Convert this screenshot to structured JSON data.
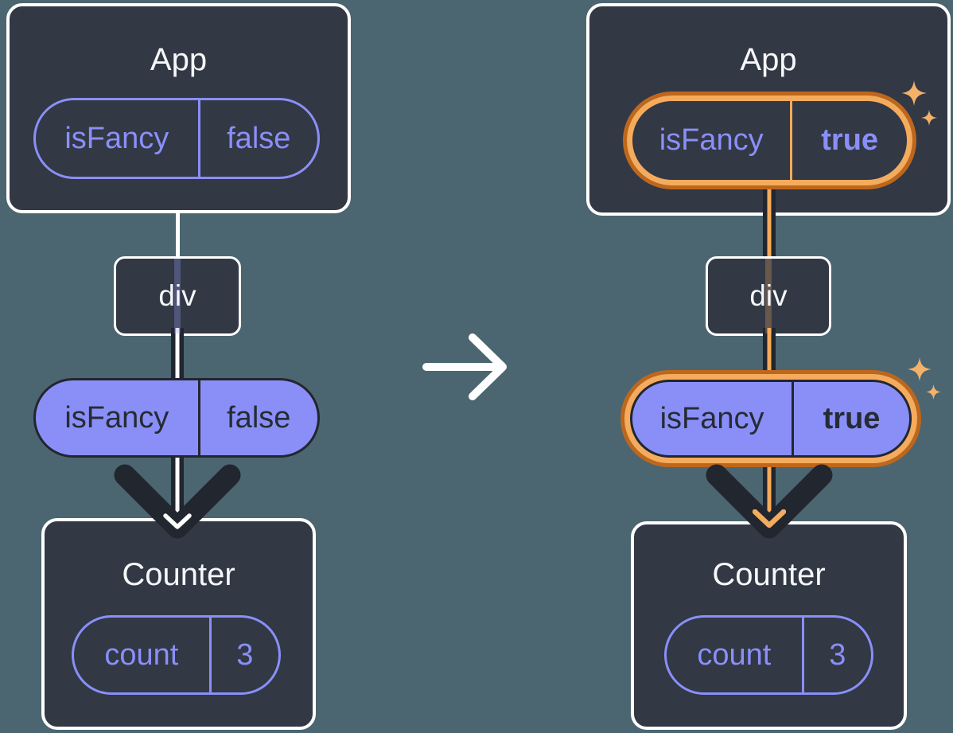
{
  "diagram": {
    "description": "Two React component trees showing the isFancy state flipping from false to true and being passed down as a prop",
    "background_color": "#4B6670",
    "card_background": "#323844",
    "accent_purple": "#8A8FF8",
    "accent_dark": "#22262E",
    "highlight_orange": "#BE671C",
    "highlight_orange_light": "#F5AB5C",
    "sparkle_color": "#F4B169"
  },
  "before": {
    "app": {
      "title": "App",
      "state_key": "isFancy",
      "state_value": "false"
    },
    "div_node": {
      "label": "div"
    },
    "prop": {
      "key": "isFancy",
      "value": "false"
    },
    "counter": {
      "title": "Counter",
      "state_key": "count",
      "state_value": "3"
    }
  },
  "after": {
    "app": {
      "title": "App",
      "state_key": "isFancy",
      "state_value": "true"
    },
    "div_node": {
      "label": "div"
    },
    "prop": {
      "key": "isFancy",
      "value": "true"
    },
    "counter": {
      "title": "Counter",
      "state_key": "count",
      "state_value": "3"
    }
  }
}
